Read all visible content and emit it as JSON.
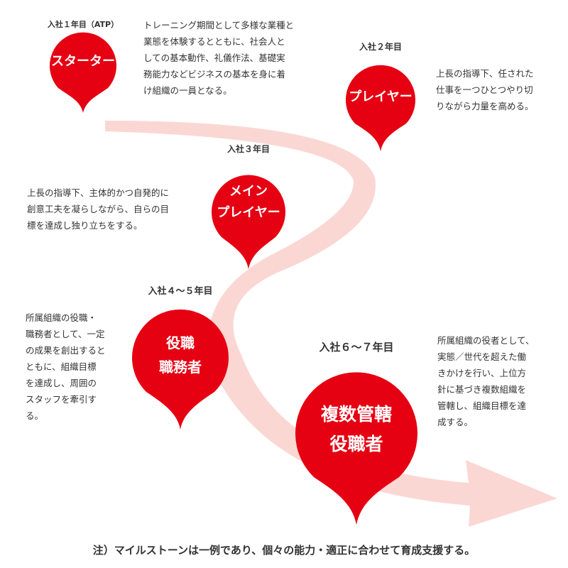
{
  "colors": {
    "pin": "#e50012",
    "flow_arrow": "#fbd7d4",
    "text": "#333333"
  },
  "milestones": [
    {
      "year": "入社１年目（ATP）",
      "name": "スターター",
      "description": "トレーニング期間として多様な業種と\n業態を体験するとともに、社会人と\nしての基本動作、礼儀作法、基礎実\n務能力などビジネスの基本を身に着\nけ組織の一員となる。"
    },
    {
      "year": "入社２年目",
      "name": "プレイヤー",
      "description": "上長の指導下、任された\n仕事を一つひとつやり切\nりながら力量を高める。"
    },
    {
      "year": "入社３年目",
      "name": "メイン\nプレイヤー",
      "description": "上長の指導下、主体的かつ自発的に\n創意工夫を凝らしながら、自らの目\n標を達成し独り立ちをする。"
    },
    {
      "year": "入社４〜５年目",
      "name": "役職\n職務者",
      "description": "所属組織の役職・\n職務者として、一定\nの成果を創出すると\nともに、組織目標\nを達成し、周囲の\nスタッフを牽引す\nる。"
    },
    {
      "year": "入社６〜７年目",
      "name": "複数管轄\n役職者",
      "description": "所属組織の役者として、\n実態／世代を超えた働\nきかけを行い、上位方\n針に基づき複数組織を\n管轄し、組織目標を達\n成する。"
    }
  ],
  "footnote": "注）マイルストーンは一例であり、個々の能力・適正に合わせて育成支援する。"
}
